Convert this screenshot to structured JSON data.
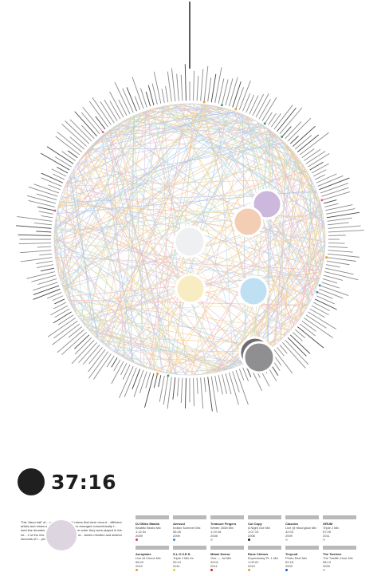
{
  "timer": {
    "display": "37:16"
  },
  "description": {
    "text": "This 'disco ball' of... contemporary DJ mixes that were record... different artists and mixes are represe... f remixes arranged concentrically t... ined line denotes a different artist.... in the order they were played in the mi... 2 of the mix, squares indicate the end... tween minutes and sixteen seconds of t... ple is represented."
  },
  "mixes": [
    {
      "artist": "DJ Miles Maeda",
      "title": "Beatific Beats Mix",
      "duration": "1:12:3x",
      "year": "2009",
      "color": "#d0387b"
    },
    {
      "artist": "Aerosol",
      "title": "Indian Summer Mix",
      "duration": "56:26",
      "year": "2009",
      "color": "#3a8fd0"
    },
    {
      "artist": "Treasure Fingers",
      "title": "Winter 2008 Mix",
      "duration": "1:19:18",
      "year": "2008",
      "color": "#cccccc"
    },
    {
      "artist": "Cut Copy",
      "title": "A Night Out Mix",
      "duration": "1:07:13",
      "year": "2008",
      "color": "#222222"
    },
    {
      "artist": "Classixx",
      "title": "Live @ Moonglow Mix",
      "duration": "42:03",
      "year": "2009",
      "color": "#cccccc"
    },
    {
      "artist": "GRUM",
      "title": "Triple J Mix",
      "duration": "57:26",
      "year": "2011",
      "color": "#cccccc"
    },
    {
      "artist": "Aeroplane",
      "title": "Live At Circus Mix",
      "duration": "58:40",
      "year": "2010",
      "color": "#e8a020"
    },
    {
      "artist": "S.L.O.V.E.S.",
      "title": "Triple J Mix #x",
      "duration": "59:13",
      "year": "2011",
      "color": "#e8d020"
    },
    {
      "artist": "Miami Horror",
      "title": "One — Jul Mix",
      "duration": "49:0x",
      "year": "2011",
      "color": "#d02020"
    },
    {
      "artist": "Russ Chimes",
      "title": "Expressway Pt. 1 Mix",
      "duration": "1:09:22",
      "year": "2010",
      "color": "#e8a020"
    },
    {
      "artist": "Treycoit",
      "title": "Photo Reel Mix",
      "duration": "52:18",
      "year": "2009",
      "color": "#2060c0"
    },
    {
      "artist": "The Twelves",
      "title": "The Twelfth Hour Mix",
      "duration": "58:13",
      "year": "2009",
      "color": "#cccccc"
    }
  ],
  "chart_data": {
    "type": "chord",
    "title": "",
    "nodes": [
      {
        "color": "#cbb8dc",
        "label": ""
      },
      {
        "color": "#f3cdb4",
        "label": ""
      },
      {
        "color": "#eef0f2",
        "label": ""
      },
      {
        "color": "#f8edc2",
        "label": ""
      },
      {
        "color": "#bfdff3",
        "label": ""
      },
      {
        "color": "#8f8f92",
        "label": ""
      }
    ],
    "ring_tracks": 240,
    "palette": [
      "#f4c9a4",
      "#bcd9f0",
      "#f7e5a3",
      "#d8c7e4",
      "#cfcfcf",
      "#f3b7c4",
      "#b9e0c5",
      "#f6cf8a",
      "#a9c7ea"
    ]
  }
}
